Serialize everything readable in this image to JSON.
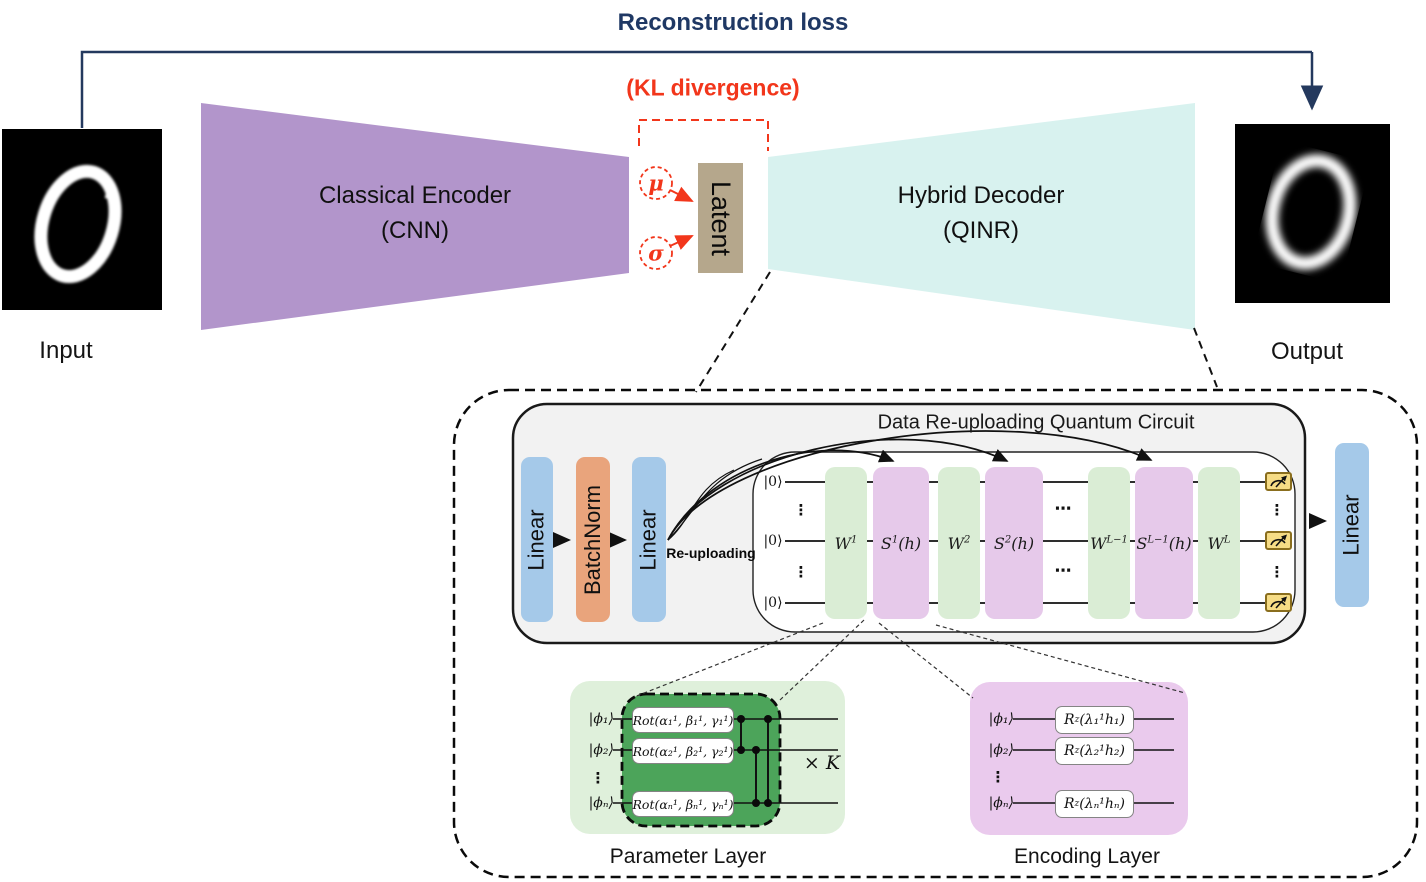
{
  "loss": {
    "reconstruction": "Reconstruction loss",
    "kl": "(KL divergence)"
  },
  "io": {
    "input_label": "Input",
    "output_label": "Output"
  },
  "encoder": {
    "line1": "Classical Encoder",
    "line2": "(CNN)"
  },
  "decoder": {
    "line1": "Hybrid Decoder",
    "line2": "(QINR)"
  },
  "latent": {
    "label": "Latent",
    "mu": "μ",
    "sigma": "σ"
  },
  "pipeline": {
    "linear_in": "Linear",
    "batchnorm": "BatchNorm",
    "linear_mid": "Linear",
    "reuploading": "Re-uploading",
    "linear_out": "Linear"
  },
  "circuit": {
    "title": "Data Re-uploading Quantum Circuit",
    "qubit_labels": [
      "|0⟩",
      "|0⟩",
      "|0⟩"
    ],
    "vdots": "⋮",
    "hdots": "⋯",
    "gates": [
      {
        "base": "W",
        "sup": "1",
        "post": ""
      },
      {
        "base": "S",
        "sup": "1",
        "post": "(h)"
      },
      {
        "base": "W",
        "sup": "2",
        "post": ""
      },
      {
        "base": "S",
        "sup": "2",
        "post": "(h)"
      },
      {
        "base": "W",
        "sup": "L−1",
        "post": ""
      },
      {
        "base": "S",
        "sup": "L−1",
        "post": "(h)"
      },
      {
        "base": "W",
        "sup": "L",
        "post": ""
      }
    ]
  },
  "parameter_layer": {
    "caption": "Parameter Layer",
    "wire_labels": [
      "|ϕ₁⟩",
      "|ϕ₂⟩",
      "|ϕₙ⟩"
    ],
    "vdots": "⋮",
    "gates": [
      "Rot(α₁¹, β₁¹, γ₁¹)",
      "Rot(α₂¹, β₂¹, γ₂¹)",
      "Rot(αₙ¹, βₙ¹, γₙ¹)"
    ],
    "repeat": "× K"
  },
  "encoding_layer": {
    "caption": "Encoding Layer",
    "wire_labels": [
      "|ϕ₁⟩",
      "|ϕ₂⟩",
      "|ϕₙ⟩"
    ],
    "vdots": "⋮",
    "gates": [
      {
        "pre": "R",
        "sub": "z",
        "args": "(λ₁¹h₁)"
      },
      {
        "pre": "R",
        "sub": "z",
        "args": "(λ₂¹h₂)"
      },
      {
        "pre": "R",
        "sub": "z",
        "args": "(λₙ¹hₙ)"
      }
    ]
  },
  "colors": {
    "navy": "#1F3864",
    "red": "#F2361B",
    "encoder_purple": "#B295CB",
    "decoder_cyan": "#D8F2EF",
    "latent_tan": "#B5A78C",
    "box_blue": "#A5C9E9",
    "box_orange": "#E9A47C",
    "gate_green": "#DAEDD5",
    "gate_purple": "#E6C9EA",
    "param_green_light": "#DFF0DB",
    "param_green_dark": "#4CA45A",
    "encoding_purple": "#EACAED",
    "measure_gold": "#F6DC85",
    "panel_gray": "#F2F2F2"
  }
}
